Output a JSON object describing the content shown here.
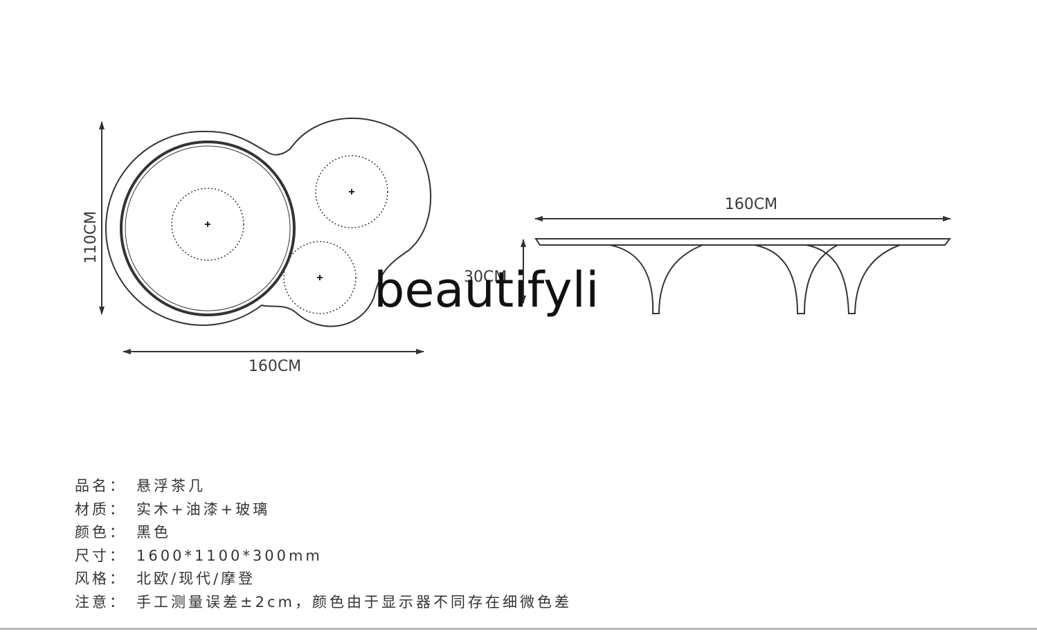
{
  "top_view": {
    "width_label": "160CM",
    "depth_label": "110CM"
  },
  "side_view": {
    "length_label": "160CM",
    "height_label": "30CM"
  },
  "watermark": "beautifyli",
  "specs": [
    {
      "label": "品名：",
      "value": "悬浮茶几"
    },
    {
      "label": "材质：",
      "value": "实木+油漆+玻璃"
    },
    {
      "label": "颜色：",
      "value": "黑色"
    },
    {
      "label": "尺寸：",
      "value": "1600*1100*300mm"
    },
    {
      "label": "风格：",
      "value": "北欧/现代/摩登"
    },
    {
      "label": "注意：",
      "value": "手工测量误差±2cm，颜色由于显示器不同存在细微色差"
    }
  ],
  "colors": {
    "line": "#333333",
    "text": "#333333",
    "rule": "#b8b8b8"
  }
}
